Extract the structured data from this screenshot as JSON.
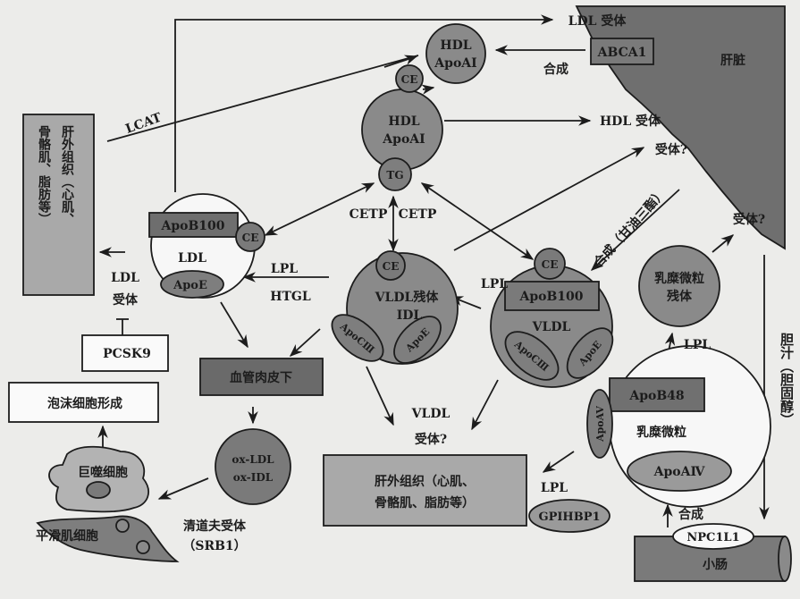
{
  "liver": {
    "label": "肝脏",
    "abca1": "ABCA1",
    "ldl_receptor": "LDL 受体",
    "hdl_receptor": "HDL 受体",
    "receptor_q1": "受体?",
    "receptor_q2": "受体?",
    "synthesis": "合成",
    "synthesis_tg": "合成（甘油三酯）"
  },
  "hdl_small": {
    "line1": "HDL",
    "line2": "ApoAI"
  },
  "hdl_big": {
    "line1": "HDL",
    "line2": "ApoAI",
    "ce": "CE",
    "tg": "TG"
  },
  "lcat": "LCAT",
  "cetp_left": "CETP",
  "cetp_right": "CETP",
  "extrahepatic_left": {
    "col1": "肝外组织（心肌、",
    "col2": "骨骼肌、脂肪等）"
  },
  "ldl": {
    "apob100": "ApoB100",
    "ce": "CE",
    "label": "LDL",
    "apoe": "ApoE",
    "receptor_line1": "LDL",
    "receptor_line2": "受体"
  },
  "pcsk9": "PCSK9",
  "foam_cell": "泡沫细胞形成",
  "lpl_htgl": {
    "lpl": "LPL",
    "htgl": "HTGL"
  },
  "idl": {
    "line1": "VLDL残体",
    "line2": "IDL",
    "ce": "CE",
    "apoc3": "ApoCⅢ",
    "apoe": "ApoE"
  },
  "subendothelium": "血管肉皮下",
  "oxldl": {
    "line1": "ox-LDL",
    "line2": "ox-IDL"
  },
  "macrophage": "巨噬细胞",
  "smooth_muscle": "平滑肌细胞",
  "scavenger": {
    "line1": "清道夫受体",
    "line2": "（SRB1）"
  },
  "vldl_receptor": {
    "line1": "VLDL",
    "line2": "受体?"
  },
  "extrahepatic_bottom": {
    "line1": "肝外组织（心肌、",
    "line2": "骨骼肌、脂肪等）"
  },
  "vldl": {
    "ce": "CE",
    "apob100": "ApoB100",
    "label": "VLDL",
    "apoc3": "ApoCⅢ",
    "apoe": "ApoE",
    "lpl": "LPL"
  },
  "cm_remnant": {
    "line1": "乳糜微粒",
    "line2": "残体",
    "lpl": "LPL"
  },
  "chylomicron": {
    "apob48": "ApoB48",
    "apoav": "ApoAV",
    "label": "乳糜微粒",
    "apoaiv": "ApoAⅣ"
  },
  "gpihbp1": {
    "lpl": "LPL",
    "label": "GPIHBP1"
  },
  "bile": "胆汁（胆固醇）",
  "intestine": {
    "label": "小肠",
    "npc1l1": "NPC1L1",
    "synthesis": "合成"
  }
}
